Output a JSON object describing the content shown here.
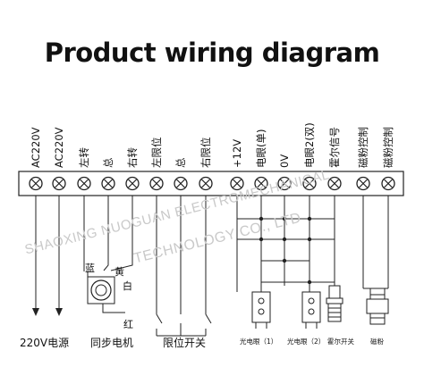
{
  "title": "Product wiring diagram",
  "terminal_labels": [
    "AC220V",
    "AC220V",
    "左转",
    "总",
    "右转",
    "左限位",
    "总",
    "右限位",
    "+12V",
    "电眼(单)",
    "0V",
    "电眼2(双)",
    "霍尔信号",
    "磁粉控制",
    "磁粉控制"
  ],
  "terminal_icon": "screw-terminal-icon",
  "motor_wire_labels": {
    "blue": "蓝",
    "yellow": "黄",
    "white": "白",
    "red": "红"
  },
  "captions": {
    "power": "220V电源",
    "motor": "同步电机",
    "limit": "限位开关",
    "eye1": "光电眼（1）",
    "eye2": "光电眼（2）",
    "hall": "霍尔开关",
    "clutch": "磁粉"
  },
  "watermark": {
    "line1": "SHAOXING NUOGUAN ELECTROMECHANICAL",
    "line2": "TECHNOLOGY CO., LTD"
  }
}
